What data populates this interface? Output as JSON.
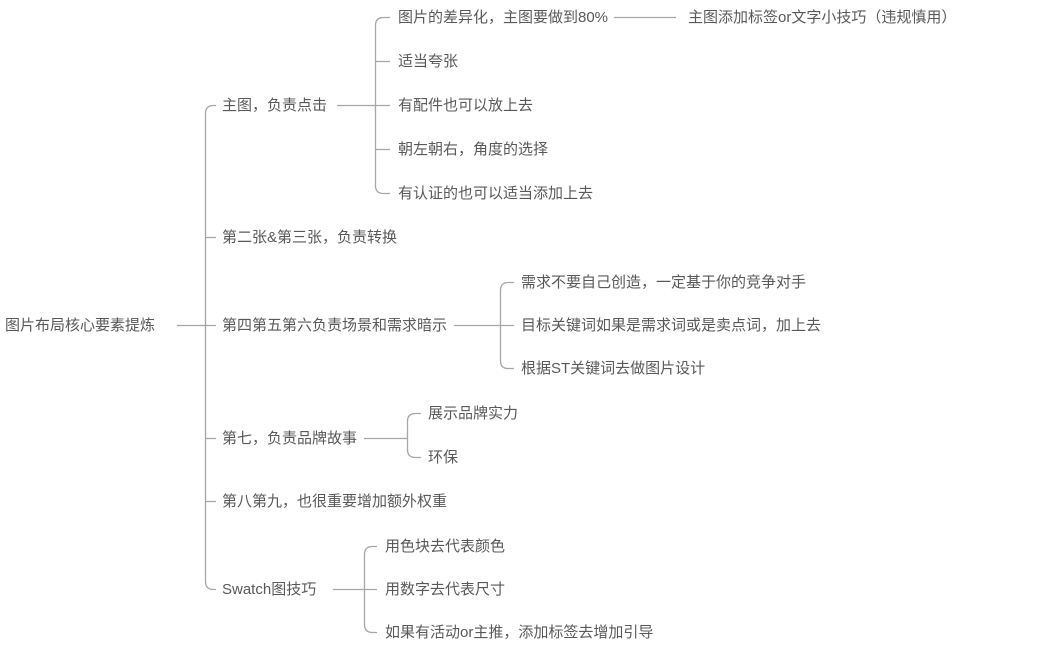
{
  "mindmap": {
    "root": {
      "label": "图片布局核心要素提炼"
    },
    "branches": [
      {
        "label": "主图，负责点击",
        "children": [
          {
            "label": "图片的差异化，主图要做到80%",
            "children": [
              {
                "label": "主图添加标签or文字小技巧（违规慎用）"
              }
            ]
          },
          {
            "label": "适当夸张"
          },
          {
            "label": "有配件也可以放上去"
          },
          {
            "label": "朝左朝右，角度的选择"
          },
          {
            "label": "有认证的也可以适当添加上去"
          }
        ]
      },
      {
        "label": "第二张&第三张，负责转换"
      },
      {
        "label": "第四第五第六负责场景和需求暗示",
        "children": [
          {
            "label": "需求不要自己创造，一定基于你的竞争对手"
          },
          {
            "label": "目标关键词如果是需求词或是卖点词，加上去"
          },
          {
            "label": "根据ST关键词去做图片设计"
          }
        ]
      },
      {
        "label": "第七，负责品牌故事",
        "children": [
          {
            "label": "展示品牌实力"
          },
          {
            "label": "环保"
          }
        ]
      },
      {
        "label": "第八第九，也很重要增加额外权重"
      },
      {
        "label": "Swatch图技巧",
        "children": [
          {
            "label": "用色块去代表颜色"
          },
          {
            "label": "用数字去代表尺寸"
          },
          {
            "label": "如果有活动or主推，添加标签去增加引导"
          }
        ]
      }
    ],
    "colors": {
      "line": "#a6a6a6",
      "text": "#595959",
      "background": "#ffffff"
    }
  }
}
